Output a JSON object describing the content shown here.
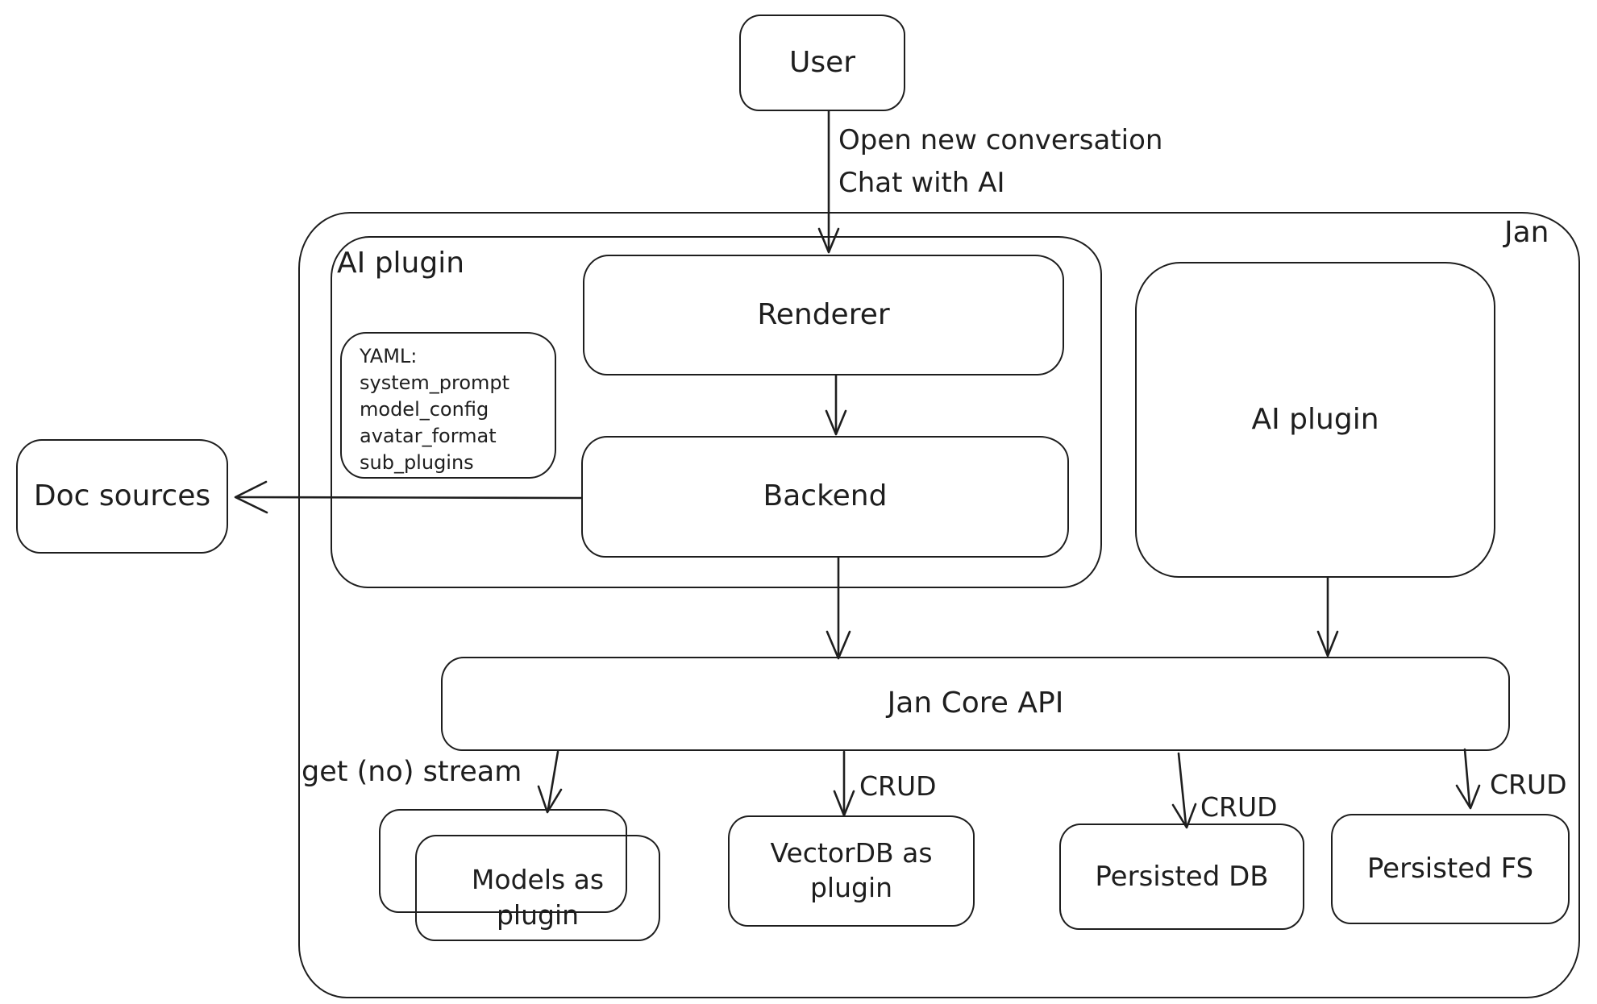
{
  "colors": {
    "stroke": "#1e1e1e",
    "background": "#ffffff"
  },
  "nodes": {
    "user": "User",
    "jan": "Jan",
    "ai_plugin_container": "AI plugin",
    "yaml_note": "YAML:\nsystem_prompt\nmodel_config\navatar_format\nsub_plugins",
    "renderer": "Renderer",
    "backend": "Backend",
    "doc_sources": "Doc sources",
    "ai_plugin": "AI plugin",
    "jan_core_api": "Jan Core API",
    "models_as_plugin": "Models as\nplugin",
    "vectordb_as_plugin": "VectorDB as\nplugin",
    "persisted_db": "Persisted DB",
    "persisted_fs": "Persisted FS"
  },
  "edge_labels": {
    "user_to_renderer": "Open new conversation\nChat with AI",
    "core_to_models": "get (no) stream",
    "core_to_vectordb": "CRUD",
    "core_to_persisted_db": "CRUD",
    "core_to_persisted_fs": "CRUD"
  }
}
